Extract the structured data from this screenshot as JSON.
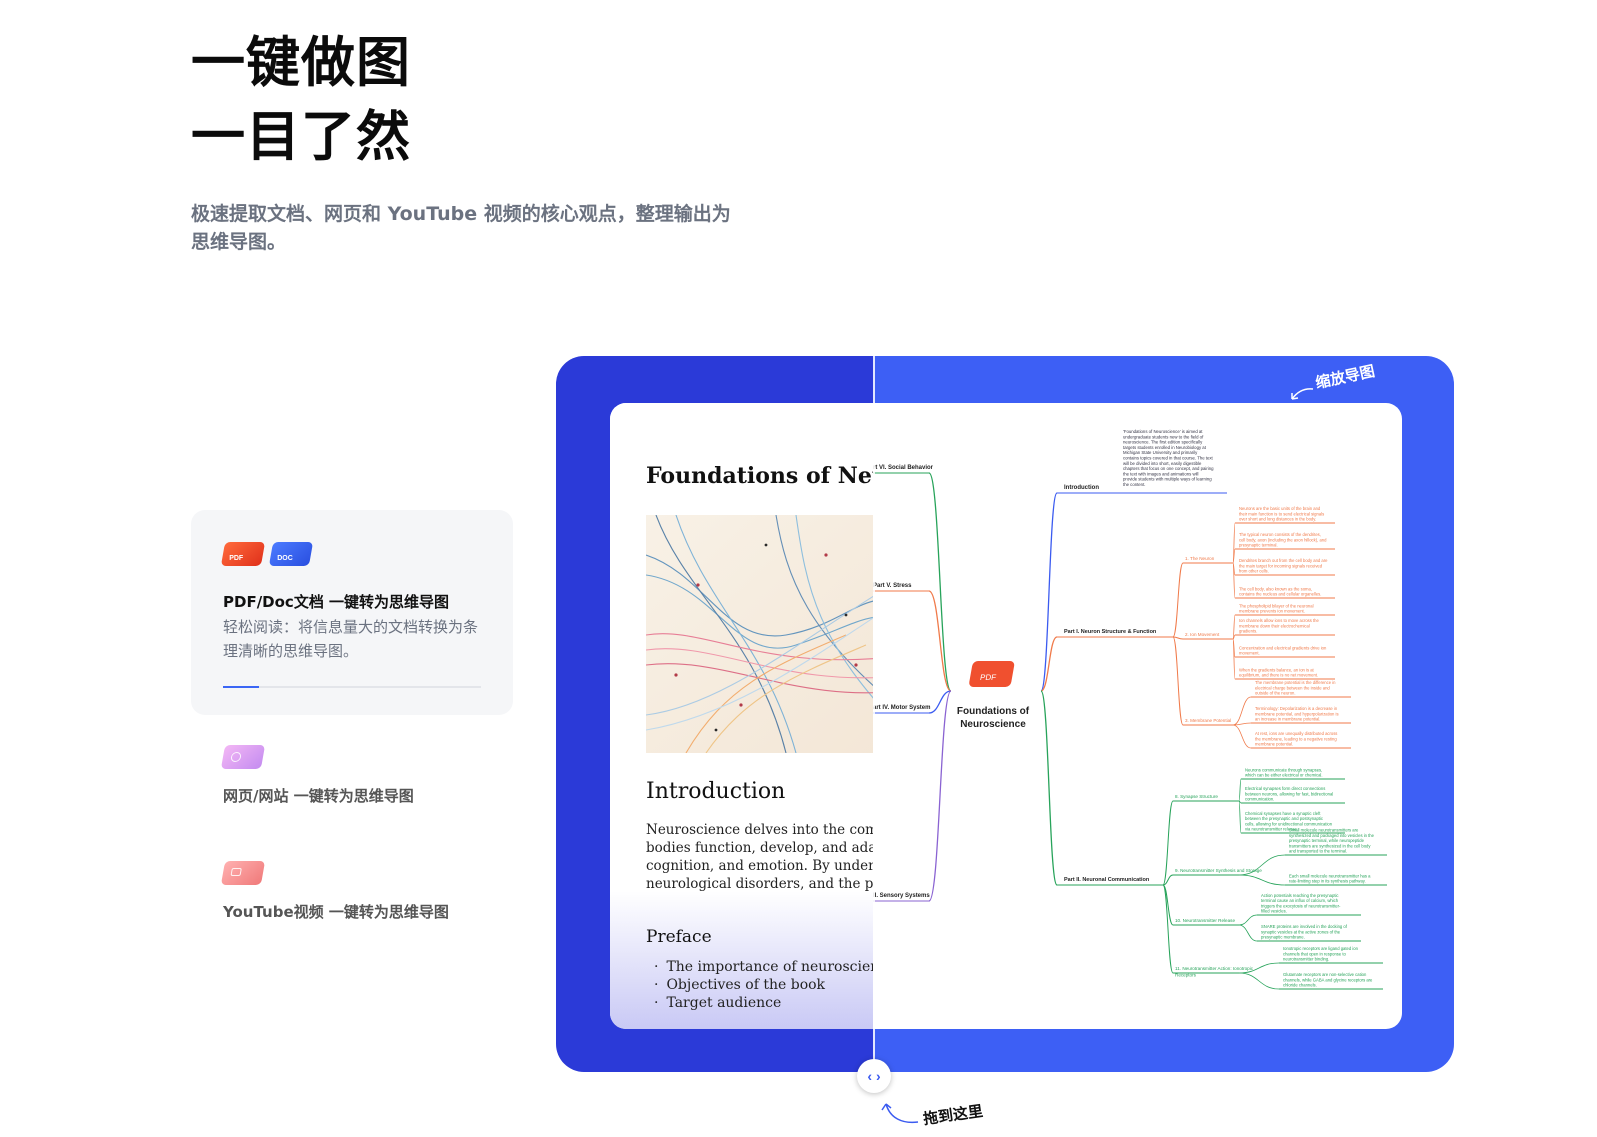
{
  "hero": {
    "title_line1": "一键做图",
    "title_line2": "一目了然",
    "subtitle": "极速提取文档、网页和 YouTube 视频的核心观点，整理输出为思维导图。"
  },
  "features": {
    "active": {
      "icon_pdf": "PDF",
      "icon_doc": "DOC",
      "title": "PDF/Doc文档 一键转为思维导图",
      "description": "轻松阅读：将信息量大的文档转换为条理清晰的思维导图。",
      "progress": 0.14
    },
    "web": {
      "icon": "globe-icon",
      "title": "网页/网站 一键转为思维导图"
    },
    "youtube": {
      "icon": "video-icon",
      "title": "YouTube视频 一键转为思维导图"
    }
  },
  "document": {
    "title": "Foundations of Neuro",
    "heading": "Introduction",
    "paragraph": [
      "Neuroscience delves into the complex",
      "bodies function, develop, and adapt. T",
      "cognition, and emotion. By understan",
      "neurological disorders, and the poten"
    ],
    "preface_heading": "Preface",
    "preface_items": [
      "The importance of neuroscienc",
      "Objectives of the book",
      "Target audience"
    ]
  },
  "mindmap": {
    "center": {
      "icon_label": "PDF",
      "label_line1": "Foundations of",
      "label_line2": "Neuroscience"
    },
    "left_branches": [
      {
        "label": "rt VI. Social Behavior",
        "color": "#27a35a"
      },
      {
        "label": "Part V. Stress",
        "color": "#f07a4a"
      },
      {
        "label": "art IV. Motor System",
        "color": "#3b5bf0"
      },
      {
        "label": "II. Sensory Systems",
        "color": "#8a63d2"
      }
    ],
    "right_branches": [
      {
        "label": "Introduction",
        "color": "#3b5bf0",
        "note": [
          "'Foundations of Neuroscience' is aimed at",
          "undergraduate students new to the field of",
          "neuroscience. The first edition specifically",
          "targets students enrolled in Neurobiology at",
          "Michigan State University and primarily",
          "contains topics covered in that course. The text",
          "will be divided into short, easily digestible",
          "chapters that focus on one concept, and pairing",
          "the text with images and animations will",
          "provide students with multiple ways of learning",
          "the content."
        ]
      },
      {
        "label": "Part I. Neuron Structure & Function",
        "color": "#f07a4a",
        "subs": [
          {
            "label": "1. The Neuron",
            "leaves": [
              [
                "Neurons are the basic units of the brain and",
                "their main function is to send electrical signals",
                "over short and long distances in the body."
              ],
              [
                "The typical neuron consists of the dendrites,",
                "cell body, axon (including the axon hillock), and",
                "presynaptic terminal."
              ],
              [
                "Dendrites branch out from the cell body and are",
                "the main target for incoming signals received",
                "from other cells."
              ],
              [
                "The cell body, also known as the soma,",
                "contains the nucleus and cellular organelles."
              ]
            ]
          },
          {
            "label": "2. Ion Movement",
            "leaves": [
              [
                "The phospholipid bilayer of the neuronal",
                "membrane prevents ion movement."
              ],
              [
                "Ion channels allow ions to move across the",
                "membrane down their electrochemical",
                "gradients."
              ],
              [
                "Concentration and electrical gradients drive ion",
                "movement."
              ],
              [
                "When the gradients balance, an ion is at",
                "equilibrium, and there is no net movement."
              ]
            ]
          },
          {
            "label": "3. Membrane Potential",
            "leaves": [
              [
                "The membrane potential is the difference in",
                "electrical charge between the inside and",
                "outside of the neuron."
              ],
              [
                "Terminology: Depolarization is a decrease in",
                "membrane potential, and hyperpolarization is",
                "an increase in membrane potential."
              ],
              [
                "At rest, ions are unequally distributed across",
                "the membrane, leading to a negative resting",
                "membrane potential."
              ]
            ]
          }
        ]
      },
      {
        "label": "Part II. Neuronal Communication",
        "color": "#27a35a",
        "subs": [
          {
            "label": "8. Synapse Structure",
            "leaves": [
              [
                "Neurons communicate through synapses,",
                "which can be either electrical or chemical."
              ],
              [
                "Electrical synapses form direct connections",
                "between neurons, allowing for fast, bidirectional",
                "communication."
              ],
              [
                "Chemical synapses have a synaptic cleft",
                "between the presynaptic and postsynaptic",
                "cells, allowing for unidirectional communication",
                "via neurotransmitter release."
              ]
            ]
          },
          {
            "label": "9. Neurotransmitter Synthesis and Storage",
            "leaves": [
              [
                "Small molecule neurotransmitters are",
                "synthesized and packaged into vesicles in the",
                "presynaptic terminal, while neuropeptide",
                "transmitters are synthesized in the cell body",
                "and transported to the terminal."
              ],
              [
                "Each small molecule neurotransmitter has a",
                "rate-limiting step in its synthesis pathway."
              ]
            ]
          },
          {
            "label": "10. Neurotransmitter Release",
            "leaves": [
              [
                "Action potentials reaching the presynaptic",
                "terminal cause an influx of calcium, which",
                "triggers the exocytosis of neurotransmitter-",
                "filled vesicles."
              ],
              [
                "SNARE proteins are involved in the docking of",
                "synaptic vesicles at the active zones of the",
                "presynaptic membrane."
              ]
            ]
          },
          {
            "label": "11. Neurotransmitter Action: Ionotropic",
            "label2": "Receptors",
            "leaves": [
              [
                "Ionotropic receptors are ligand gated ion",
                "channels that open in response to",
                "neurotransmitter binding."
              ],
              [
                "Glutamate receptors are non-selective cation",
                "channels, while GABA and glycine receptors are",
                "chloride channels."
              ]
            ]
          }
        ]
      }
    ]
  },
  "hints": {
    "zoom": "缩放导图",
    "drag": "拖到这里"
  },
  "colors": {
    "stage_left": "#2b3ad8",
    "stage_right": "#3d5ff5",
    "accent": "#3b66f5"
  }
}
